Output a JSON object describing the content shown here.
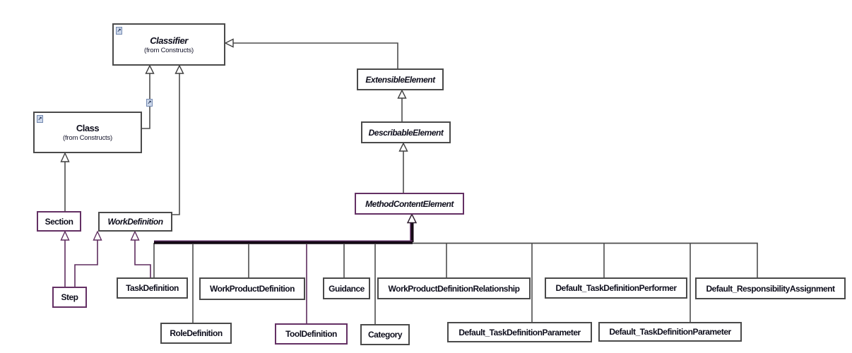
{
  "diagram": {
    "kind": "uml-class-inheritance-diagram",
    "colors": {
      "box_border": "#4a4a4a",
      "accent_purple": "#643064",
      "edge_line": "#4d4d4d",
      "thick_bus": "#140a14",
      "text": "#0e0e1c",
      "icon_bg": "#ccd7ea",
      "icon_border": "#7389b0"
    },
    "icons": {
      "navigate_arrow": "↗"
    }
  },
  "nodes": [
    {
      "id": "classifier",
      "label": "Classifier",
      "sublabel": "(from Constructs)",
      "abstract": true
    },
    {
      "id": "class",
      "label": "Class",
      "sublabel": "(from Constructs)",
      "abstract": false
    },
    {
      "id": "extensible-element",
      "label": "ExtensibleElement",
      "abstract": true
    },
    {
      "id": "describable-element",
      "label": "DescribableElement",
      "abstract": true
    },
    {
      "id": "method-content-element",
      "label": "MethodContentElement",
      "abstract": true
    },
    {
      "id": "section",
      "label": "Section",
      "abstract": false
    },
    {
      "id": "work-definition",
      "label": "WorkDefinition",
      "abstract": true
    },
    {
      "id": "step",
      "label": "Step",
      "abstract": false
    },
    {
      "id": "task-definition",
      "label": "TaskDefinition",
      "abstract": false
    },
    {
      "id": "work-product-definition",
      "label": "WorkProductDefinition",
      "abstract": false
    },
    {
      "id": "guidance",
      "label": "Guidance",
      "abstract": false
    },
    {
      "id": "work-product-definition-relationship",
      "label": "WorkProductDefinitionRelationship",
      "abstract": false
    },
    {
      "id": "default-task-definition-performer",
      "label": "Default_TaskDefinitionPerformer",
      "abstract": false
    },
    {
      "id": "default-responsibility-assignment",
      "label": "Default_ResponsibilityAssignment",
      "abstract": false
    },
    {
      "id": "role-definition",
      "label": "RoleDefinition",
      "abstract": false
    },
    {
      "id": "tool-definition",
      "label": "ToolDefinition",
      "abstract": false
    },
    {
      "id": "category",
      "label": "Category",
      "abstract": false
    },
    {
      "id": "default-task-definition-parameter-1",
      "label": "Default_TaskDefinitionParameter",
      "abstract": false
    },
    {
      "id": "default-task-definition-parameter-2",
      "label": "Default_TaskDefinitionParameter",
      "abstract": false
    }
  ]
}
